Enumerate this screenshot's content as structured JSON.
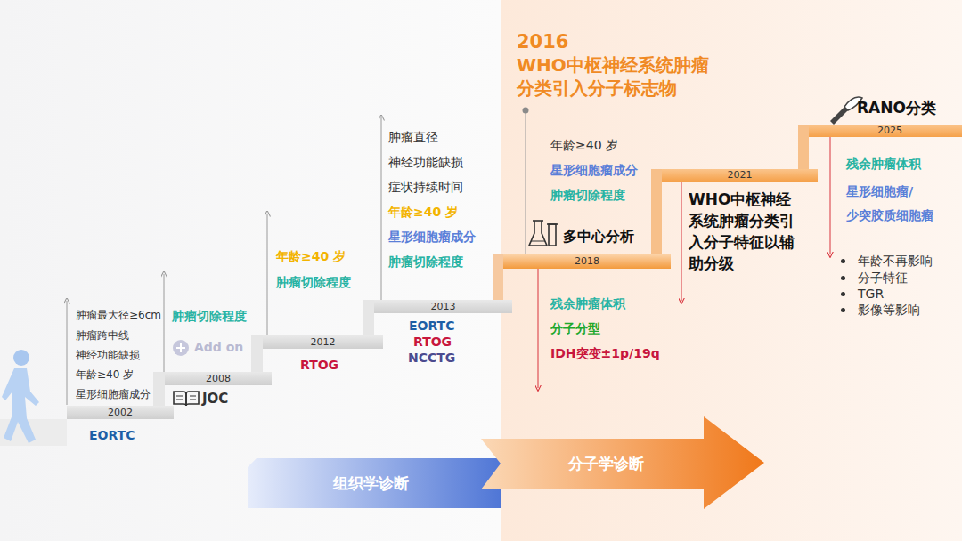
{
  "diagram": {
    "nodes": [
      {
        "text": [
          "2002"
        ]
      },
      {
        "text": [
          "2008"
        ]
      },
      {
        "text": [
          "2012"
        ]
      },
      {
        "text": [
          "2013"
        ]
      },
      {
        "text": [
          "2018"
        ]
      },
      {
        "text": [
          "2021"
        ]
      },
      {
        "text": [
          "2025"
        ]
      },
      {
        "text": [
          "组织学诊断"
        ]
      },
      {
        "text": [
          "分子学诊断"
        ]
      }
    ],
    "labels": [
      "2016",
      "WHO中枢神经系统肿瘤 分类引入分子标志物",
      "肿瘤最大径≥6cm",
      "肿瘤跨中线",
      "神经功能缺损",
      "年龄≥40 岁",
      "星形细胞瘤成分",
      "EORTC",
      "肿瘤切除程度",
      "Add on",
      "JOC",
      "年龄≥40 岁",
      "肿瘤切除程度",
      "RTOG",
      "肿瘤直径",
      "神经功能缺损",
      "症状持续时间",
      "年龄≥40 岁",
      "星形细胞瘤成分",
      "肿瘤切除程度",
      "EORTC",
      "RTOG",
      "NCCTG",
      "年龄≥40 岁",
      "星形细胞瘤成分",
      "肿瘤切除程度",
      "多中心分析",
      "残余肿瘤体积",
      "分子分型",
      "IDH突变±1p/19q",
      "WHO中枢神经 系统肿瘤分类引 入分子特征以辅 助分级",
      "RANO分类",
      "残余肿瘤体积",
      "星形细胞瘤/ 少突胶质细胞瘤",
      "年龄不再影响",
      "分子特征",
      "TGR",
      "影像等影响"
    ]
  }
}
